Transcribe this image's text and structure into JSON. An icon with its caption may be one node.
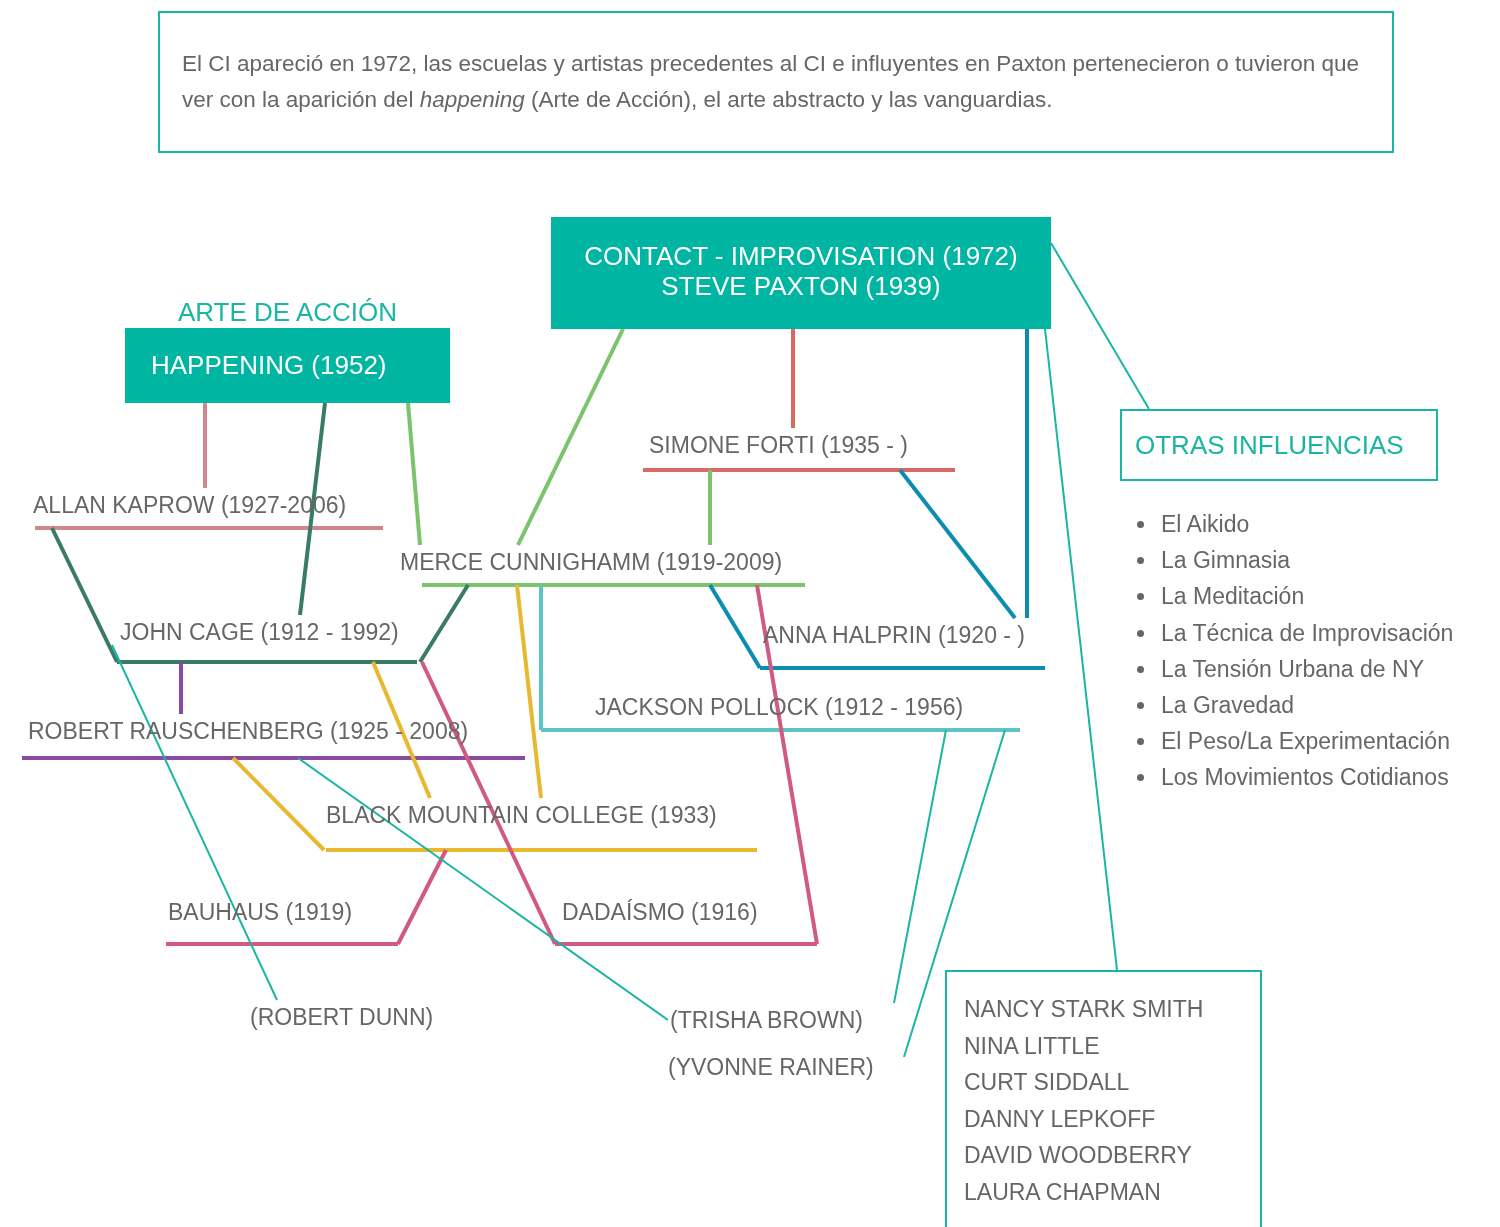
{
  "diagram": {
    "nodes": [
      {
        "text": [
          "El CI apareció en 1972, las escuelas y artistas precedentes al CI e influyentes en Paxton pertenecieron o tuvieron que ver con la aparición del *happening* (Arte de Acción), el arte abstracto y las vanguardias."
        ]
      },
      {
        "text": [
          "CONTACT - IMPROVISATION (1972)",
          "STEVE PAXTON (1939)"
        ]
      },
      {
        "text": [
          "ARTE DE ACCIÓN",
          "HAPPENING (1952)"
        ]
      },
      {
        "text": [
          "SIMONE FORTI (1935 - )"
        ]
      },
      {
        "text": [
          "OTRAS INFLUENCIAS"
        ]
      },
      {
        "text": [
          "ALLAN KAPROW (1927-2006)"
        ]
      },
      {
        "text": [
          "MERCE CUNNIGHAMM (1919-2009)"
        ]
      },
      {
        "text": [
          "JOHN CAGE (1912 - 1992)"
        ]
      },
      {
        "text": [
          "ANNA HALPRIN (1920 - )"
        ]
      },
      {
        "text": [
          "ROBERT RAUSCHENBERG (1925 - 2008)"
        ]
      },
      {
        "text": [
          "JACKSON POLLOCK (1912 - 1956)"
        ]
      },
      {
        "text": [
          "BLACK MOUNTAIN COLLEGE (1933)"
        ]
      },
      {
        "text": [
          "BAUHAUS (1919)"
        ]
      },
      {
        "text": [
          "DADAÍSMO (1916)"
        ]
      },
      {
        "text": [
          "(ROBERT DUNN)"
        ]
      },
      {
        "text": [
          "(TRISHA BROWN)"
        ]
      },
      {
        "text": [
          "(YVONNE RAINER)"
        ]
      },
      {
        "text": [
          "NANCY STARK SMITH",
          "NINA LITTLE",
          "CURT SIDDALL",
          "DANNY LEPKOFF",
          "DAVID WOODBERRY",
          "LAURA CHAPMAN"
        ]
      }
    ],
    "edges": [
      {
        "from": 2,
        "to": 5,
        "arrow": "none",
        "color": "#d4868f"
      },
      {
        "from": 2,
        "to": 7,
        "arrow": "none",
        "color": "#3a7a68"
      },
      {
        "from": 2,
        "to": 6,
        "arrow": "none",
        "color": "#7cc46c"
      },
      {
        "from": 1,
        "to": 6,
        "arrow": "none",
        "color": "#7cc46c"
      },
      {
        "from": 1,
        "to": 3,
        "arrow": "none",
        "color": "#d96a63"
      },
      {
        "from": 3,
        "to": 6,
        "arrow": "none",
        "color": "#7cc46c"
      },
      {
        "from": 1,
        "to": 8,
        "arrow": "none",
        "color": "#0a8db0"
      },
      {
        "from": 3,
        "to": 8,
        "arrow": "none",
        "color": "#0a8db0"
      },
      {
        "from": 1,
        "to": 4,
        "arrow": "none",
        "color": "#1ab5a3"
      },
      {
        "from": 1,
        "to": 17,
        "arrow": "none",
        "color": "#1ab5a3"
      },
      {
        "from": 5,
        "to": 7,
        "arrow": "none",
        "color": "#3a7a68"
      },
      {
        "from": 6,
        "to": 7,
        "arrow": "none",
        "color": "#3a7a68"
      },
      {
        "from": 7,
        "to": 9,
        "arrow": "none",
        "color": "#8a4a9e"
      },
      {
        "from": 6,
        "to": 8,
        "arrow": "none",
        "color": "#0a8db0"
      },
      {
        "from": 6,
        "to": 10,
        "arrow": "none",
        "color": "#5cc4c4"
      },
      {
        "from": 6,
        "to": 11,
        "arrow": "none",
        "color": "#e8b830"
      },
      {
        "from": 7,
        "to": 11,
        "arrow": "none",
        "color": "#e8b830"
      },
      {
        "from": 9,
        "to": 11,
        "arrow": "none",
        "color": "#e8b830"
      },
      {
        "from": 7,
        "to": 13,
        "arrow": "none",
        "color": "#d05a82"
      },
      {
        "from": 6,
        "to": 13,
        "arrow": "none",
        "color": "#d05a82"
      },
      {
        "from": 11,
        "to": 12,
        "arrow": "none",
        "color": "#d05a82"
      },
      {
        "from": 7,
        "to": 14,
        "arrow": "none",
        "color": "#1ab5a3"
      },
      {
        "from": 9,
        "to": 15,
        "arrow": "none",
        "color": "#1ab5a3"
      },
      {
        "from": 10,
        "to": 15,
        "arrow": "none",
        "color": "#1ab5a3"
      },
      {
        "from": 10,
        "to": 16,
        "arrow": "none",
        "color": "#1ab5a3"
      }
    ],
    "labels": [
      "El Aikido",
      "La Gimnasia",
      "La Meditación",
      "La Técnica de Improvisación",
      "La Tensión Urbana de NY",
      "La Gravedad",
      "El Peso/La Experimentación",
      "Los Movimientos Cotidianos"
    ]
  }
}
